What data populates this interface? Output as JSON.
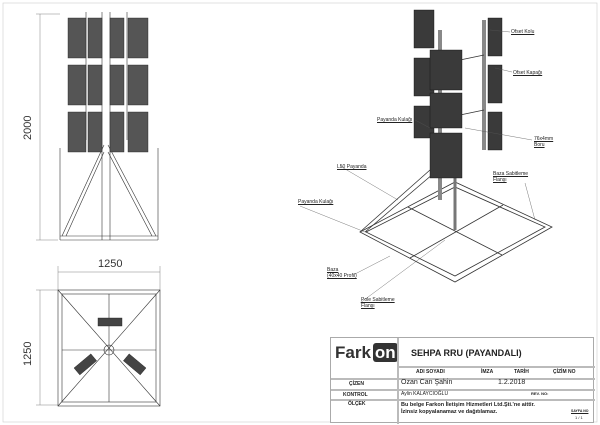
{
  "dimensions": {
    "height": "2000",
    "width_front": "1250",
    "width_top": "1250"
  },
  "labels": {
    "ofset_kolu": "Ofset Kolu",
    "ofset_kapagi": "Ofset Kapağı",
    "payanda_kulagi_top": "Payanda Kulağı",
    "boru_line1": "76x4mm",
    "boru_line2": "Boru",
    "l50_payanda": "L50 Payanda",
    "baza_sabitleme_line1": "Baza Sabitleme",
    "baza_sabitleme_line2": "Flanşı",
    "payanda_kulagi_left": "Payanda Kulağı",
    "baza_line1": "Baza",
    "baza_line2": "(40x40 Profil)",
    "pole_sabitleme_line1": "Pole Sabitleme",
    "pole_sabitleme_line2": "Flanşı"
  },
  "title_block": {
    "logo_text": "Fark",
    "logo_badge": "on",
    "title": "SEHPA RRU (PAYANDALI)",
    "col_name": "ADI SOYADI",
    "col_sign": "İMZA",
    "col_date": "TARİH",
    "col_drawing_no": "ÇİZİM NO",
    "row_drawn": "ÇİZEN",
    "row_check": "KONTROL",
    "row_scale": "ÖLÇEK",
    "drawn_by": "Ozan Can Şahin",
    "date": "1.2.2018",
    "checked_by": "Aylin KALAYCIOĞLU",
    "rev_no": "REV. NO:",
    "notice_line1": "Bu belge Farkon İletişim Hizmetleri Ltd.Şti.'ne aittir.",
    "notice_line2": "İzinsiz kopyalanamaz ve dağıtılamaz.",
    "sheet_label": "SAYFA NO",
    "sheet_value": "1 / 1"
  }
}
